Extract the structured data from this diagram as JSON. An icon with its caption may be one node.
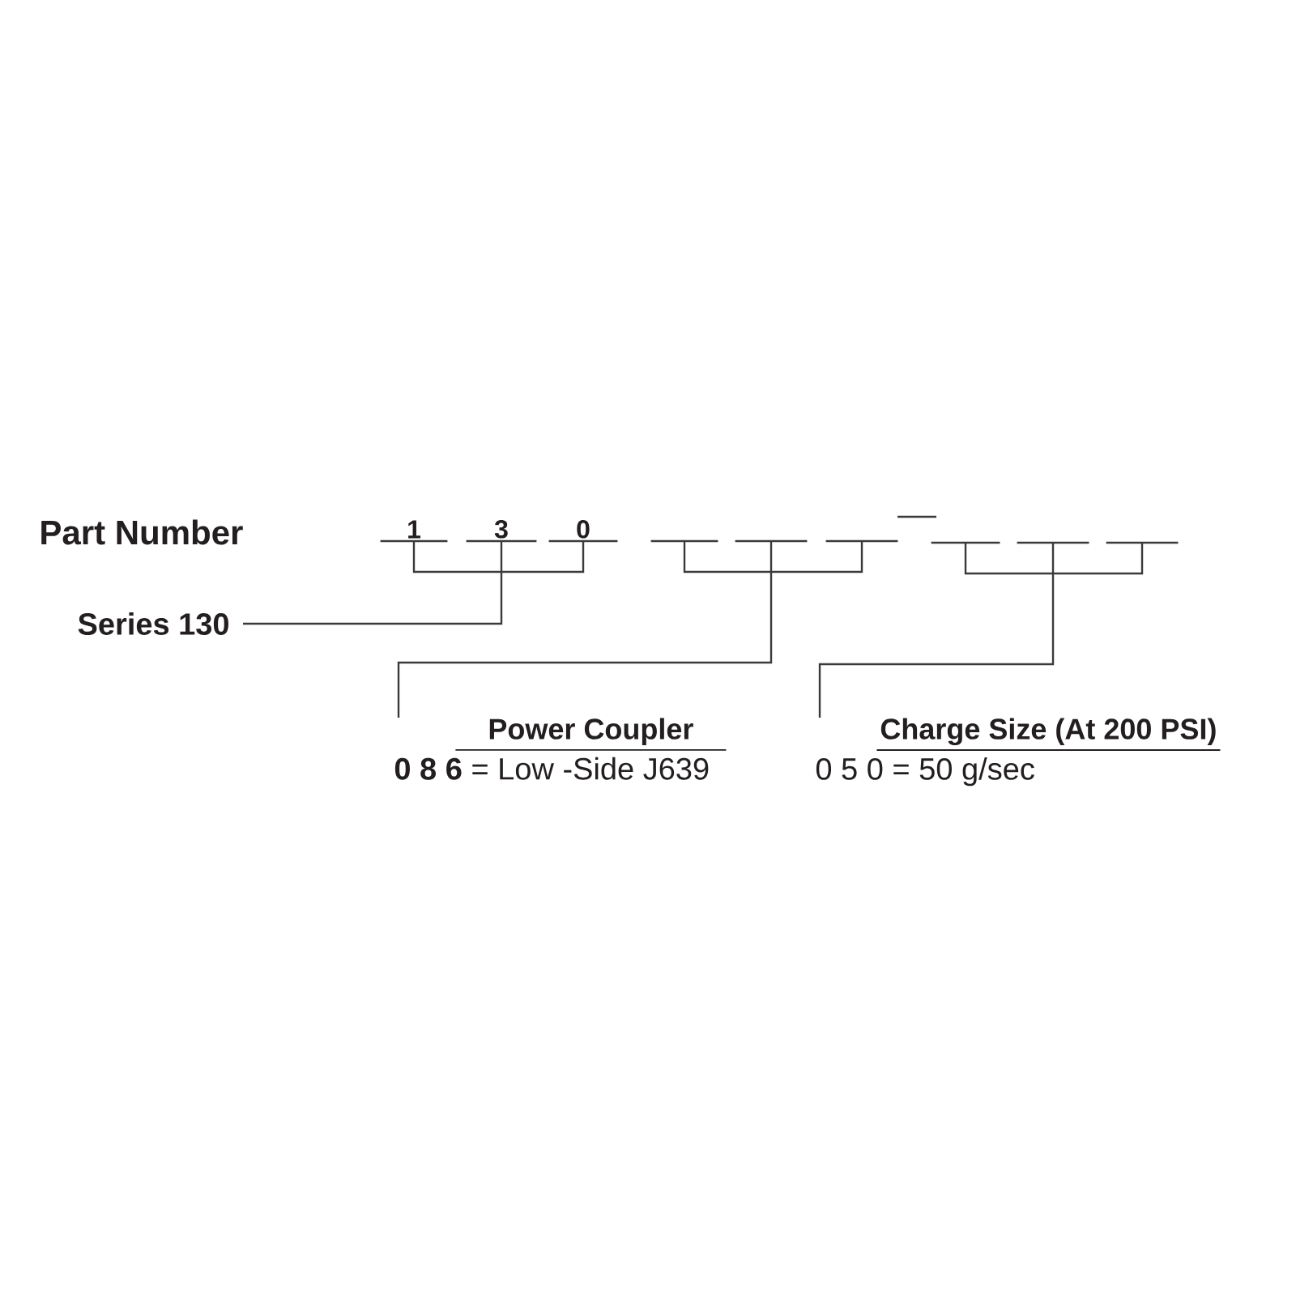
{
  "diagram": {
    "nodes": [
      {
        "text": [
          "1"
        ]
      },
      {
        "text": [
          "3"
        ]
      },
      {
        "text": [
          "0"
        ]
      },
      {
        "text": [],
        "shape": "line"
      },
      {
        "text": [],
        "shape": "line"
      },
      {
        "text": [],
        "shape": "line"
      },
      {
        "text": [],
        "shape": "line"
      },
      {
        "text": [],
        "shape": "line"
      },
      {
        "text": [],
        "shape": "line"
      },
      {
        "text": [
          "Series 130"
        ]
      },
      {
        "text": [
          "Power Coupler",
          "**0 8 6** = Low -Side J639"
        ]
      },
      {
        "text": [
          "Charge Size (At 200 PSI)",
          "0 5 0 = 50 g/sec"
        ]
      }
    ],
    "edges": [
      {
        "from": 0,
        "to": 9,
        "arrow": "none"
      },
      {
        "from": 1,
        "to": 9,
        "arrow": "none"
      },
      {
        "from": 2,
        "to": 9,
        "arrow": "none"
      },
      {
        "from": 3,
        "to": 10,
        "arrow": "none"
      },
      {
        "from": 4,
        "to": 10,
        "arrow": "none"
      },
      {
        "from": 5,
        "to": 10,
        "arrow": "none"
      },
      {
        "from": 6,
        "to": 11,
        "arrow": "none"
      },
      {
        "from": 7,
        "to": 11,
        "arrow": "none"
      },
      {
        "from": 8,
        "to": 11,
        "arrow": "none"
      }
    ],
    "labels": [
      "Part Number"
    ]
  }
}
